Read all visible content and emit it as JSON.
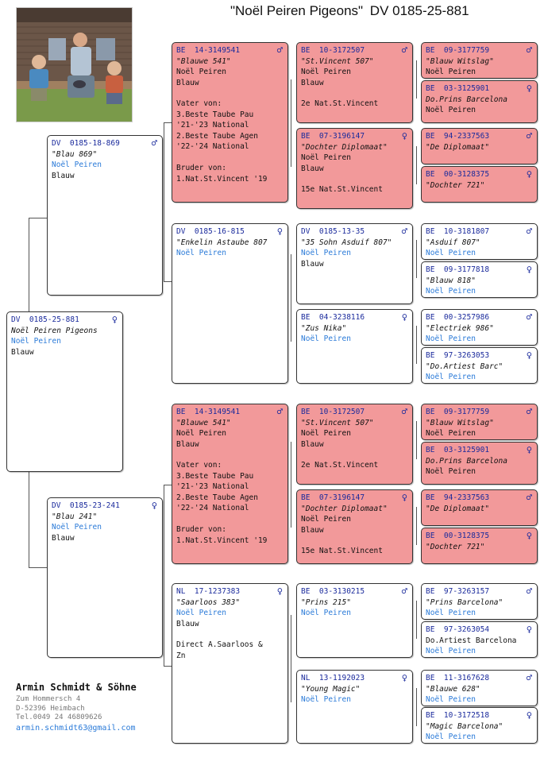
{
  "title": {
    "name": "\"Noël Peiren Pigeons\"",
    "ring": "DV  0185-25-881"
  },
  "owner": {
    "name": "Armin Schmidt & Söhne",
    "street": "Zum Hommersch 4",
    "city": "D-52396 Heimbach",
    "phone": "Tel.0049 24 46809626",
    "email": "armin.schmidt63@gmail.com"
  },
  "cards": {
    "subject": {
      "ring": "DV  0185-25-881",
      "sex": "♀",
      "name": "Noël Peiren Pigeons",
      "breeder": "Noël Peiren",
      "color": "Blauw"
    },
    "sire": {
      "ring": "DV  0185-18-869",
      "sex": "♂",
      "name": "\"Blau 869\"",
      "breeder": "Noël Peiren",
      "color": "Blauw"
    },
    "dam": {
      "ring": "DV  0185-23-241",
      "sex": "♀",
      "name": "\"Blau 241\"",
      "breeder": "Noël Peiren",
      "color": "Blauw"
    },
    "ss": {
      "ring": "BE  14-3149541",
      "sex": "♂",
      "name": "\"Blauwe 541\"",
      "breeder": "Noël Peiren",
      "color": "Blauw",
      "notes": "Vater von:\n3.Beste Taube Pau\n'21-'23 National\n2.Beste Taube Agen\n'22-'24 National\n\nBruder von:\n1.Nat.St.Vincent '19"
    },
    "sd": {
      "ring": "DV  0185-16-815",
      "sex": "♀",
      "name": "\"Enkelin Astaube 807",
      "breeder": "Noël Peiren"
    },
    "ds": {
      "ring": "BE  14-3149541",
      "sex": "♂",
      "name": "\"Blauwe 541\"",
      "breeder": "Noël Peiren",
      "color": "Blauw",
      "notes": "Vater von:\n3.Beste Taube Pau\n'21-'23 National\n2.Beste Taube Agen\n'22-'24 National\n\nBruder von:\n1.Nat.St.Vincent '19"
    },
    "dd": {
      "ring": "NL  17-1237383",
      "sex": "♀",
      "name": "\"Saarloos 383\"",
      "breeder": "Noël Peiren",
      "color": "Blauw",
      "notes": "Direct A.Saarloos &\nZn"
    },
    "sss": {
      "ring": "BE  10-3172507",
      "sex": "♂",
      "name": "\"St.Vincent 507\"",
      "breeder": "Noël Peiren",
      "color": "Blauw",
      "notes": "2e Nat.St.Vincent"
    },
    "ssd": {
      "ring": "BE  07-3196147",
      "sex": "♀",
      "name": "\"Dochter Diplomaat\"",
      "breeder": "Noël Peiren",
      "color": "Blauw",
      "notes": "15e Nat.St.Vincent"
    },
    "sds": {
      "ring": "DV  0185-13-35",
      "sex": "♂",
      "name": "\"35 Sohn Asduif 807\"",
      "breeder": "Noël Peiren",
      "color": "Blauw"
    },
    "sdd": {
      "ring": "BE  04-3238116",
      "sex": "♀",
      "name": "\"Zus Nika\"",
      "breeder": "Noël Peiren"
    },
    "dss": {
      "ring": "BE  10-3172507",
      "sex": "♂",
      "name": "\"St.Vincent 507\"",
      "breeder": "Noël Peiren",
      "color": "Blauw",
      "notes": "2e Nat.St.Vincent"
    },
    "dsd": {
      "ring": "BE  07-3196147",
      "sex": "♀",
      "name": "\"Dochter Diplomaat\"",
      "breeder": "Noël Peiren",
      "color": "Blauw",
      "notes": "15e Nat.St.Vincent"
    },
    "dds": {
      "ring": "BE  03-3130215",
      "sex": "♂",
      "name": "\"Prins 215\"",
      "breeder": "Noël Peiren"
    },
    "ddd": {
      "ring": "NL  13-1192023",
      "sex": "♀",
      "name": "\"Young Magic\"",
      "breeder": "Noël Peiren"
    },
    "ssss": {
      "ring": "BE  09-3177759",
      "sex": "♂",
      "name": "\"Blauw Witslag\"",
      "breeder": "Noël Peiren"
    },
    "sssd": {
      "ring": "BE  03-3125901",
      "sex": "♀",
      "name": "Do.Prins Barcelona",
      "breeder": "Noël Peiren"
    },
    "ssds": {
      "ring": "BE  94-2337563",
      "sex": "♂",
      "name": "\"De Diplomaat\""
    },
    "ssdd": {
      "ring": "BE  00-3128375",
      "sex": "♀",
      "name": "\"Dochter 721\""
    },
    "sdss": {
      "ring": "BE  10-3181807",
      "sex": "♂",
      "name": "\"Asduif 807\"",
      "breeder": "Noël Peiren"
    },
    "sdsd": {
      "ring": "BE  09-3177818",
      "sex": "♀",
      "name": "\"Blauw 818\"",
      "breeder": "Noël Peiren"
    },
    "sdds": {
      "ring": "BE  00-3257986",
      "sex": "♂",
      "name": "\"Electriek 986\"",
      "breeder": "Noël Peiren"
    },
    "sddd": {
      "ring": "BE  97-3263053",
      "sex": "♀",
      "name": "\"Do.Artiest Barc\"",
      "breeder": "Noël Peiren"
    },
    "dsss": {
      "ring": "BE  09-3177759",
      "sex": "♂",
      "name": "\"Blauw Witslag\"",
      "breeder": "Noël Peiren"
    },
    "dssd": {
      "ring": "BE  03-3125901",
      "sex": "♀",
      "name": "Do.Prins Barcelona",
      "breeder": "Noël Peiren"
    },
    "dsds": {
      "ring": "BE  94-2337563",
      "sex": "♂",
      "name": "\"De Diplomaat\""
    },
    "dsdd": {
      "ring": "BE  00-3128375",
      "sex": "♀",
      "name": "\"Dochter 721\""
    },
    "ddss": {
      "ring": "BE  97-3263157",
      "sex": "♂",
      "name": "\"Prins Barcelona\"",
      "breeder": "Noël Peiren"
    },
    "ddsd": {
      "ring": "BE  97-3263054",
      "sex": "♀",
      "name": "Do.Artiest Barcelona",
      "breeder": "Noël Peiren"
    },
    "ddds": {
      "ring": "BE  11-3167628",
      "sex": "♂",
      "name": "\"Blauwe 628\"",
      "breeder": "Noël Peiren"
    },
    "dddd": {
      "ring": "BE  10-3172518",
      "sex": "♀",
      "name": "\"Magic Barcelona\"",
      "breeder": "Noël Peiren"
    }
  }
}
